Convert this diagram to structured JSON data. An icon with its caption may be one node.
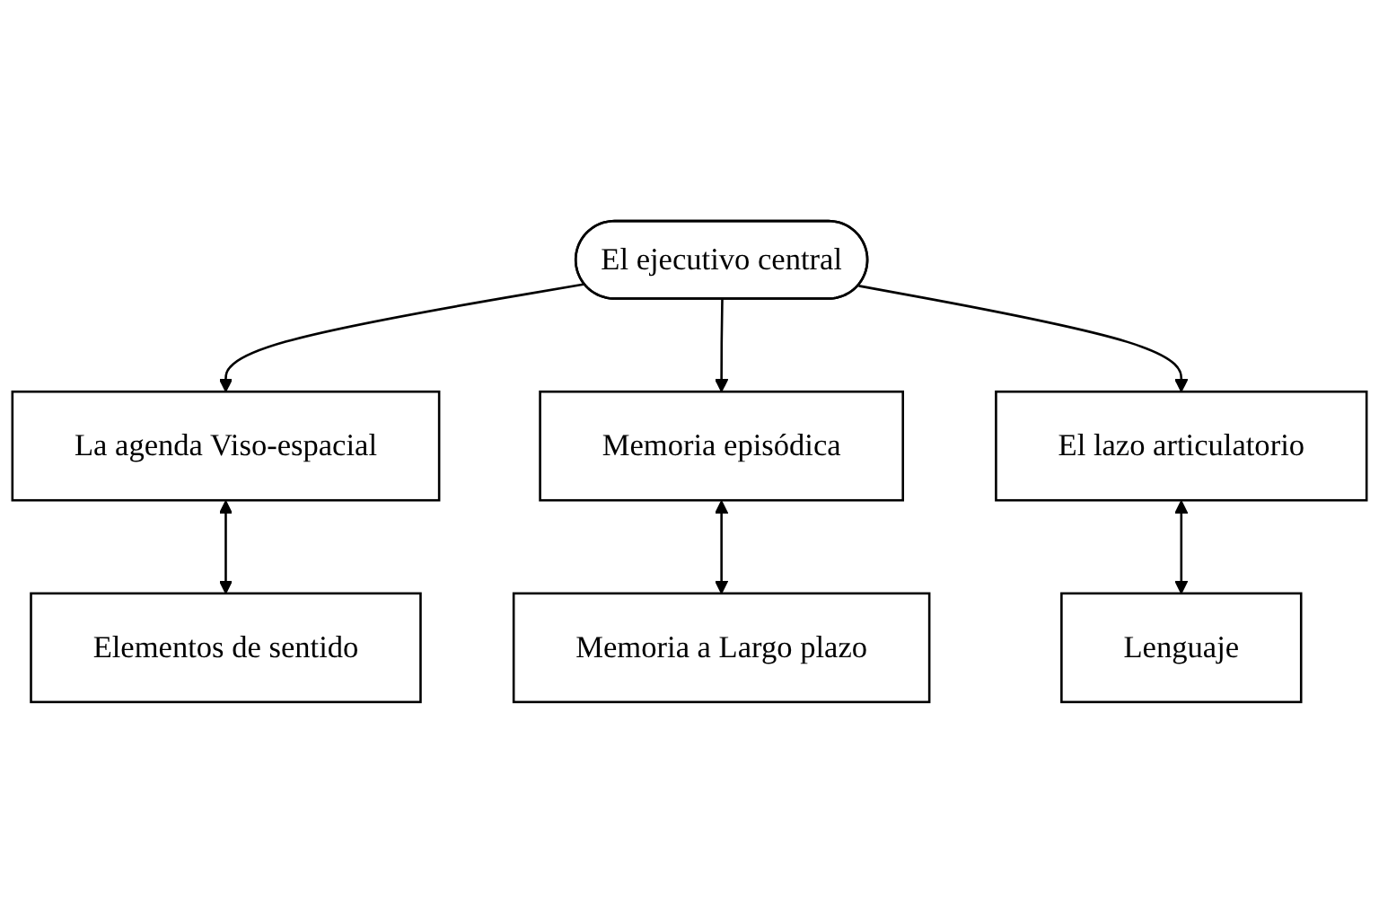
{
  "diagram": {
    "nodes": [
      {
        "text": [
          "El ejecutivo central"
        ]
      },
      {
        "text": [
          "La agenda Viso-espacial"
        ]
      },
      {
        "text": [
          "Memoria episódica"
        ]
      },
      {
        "text": [
          "El lazo articulatorio"
        ]
      },
      {
        "text": [
          "Elementos de sentido"
        ]
      },
      {
        "text": [
          "Memoria a Largo plazo"
        ]
      },
      {
        "text": [
          "Lenguaje"
        ]
      }
    ],
    "edges": [
      {
        "from": 0,
        "to": 1,
        "arrow": "to"
      },
      {
        "from": 0,
        "to": 2,
        "arrow": "to"
      },
      {
        "from": 0,
        "to": 3,
        "arrow": "to"
      },
      {
        "from": 1,
        "to": 4,
        "arrow": "both"
      },
      {
        "from": 2,
        "to": 5,
        "arrow": "both"
      },
      {
        "from": 3,
        "to": 6,
        "arrow": "both"
      }
    ]
  }
}
